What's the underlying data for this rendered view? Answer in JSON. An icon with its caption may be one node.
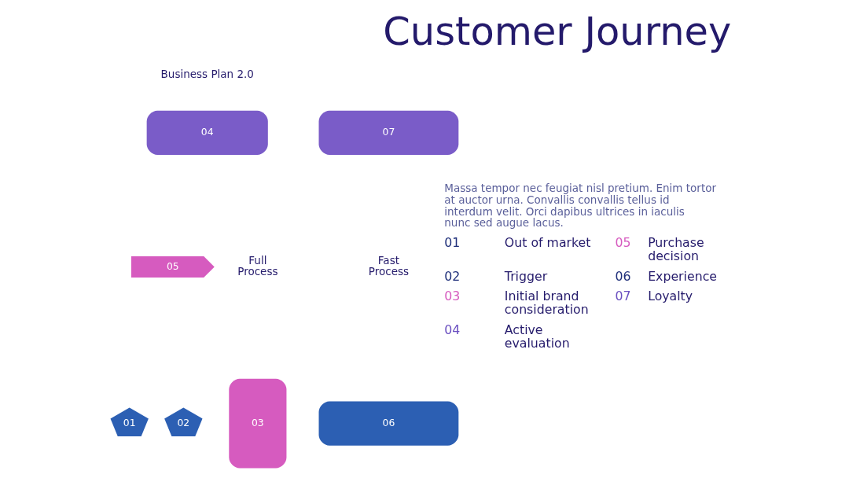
{
  "diagram": {
    "title": "Customer Journey",
    "nodes": [
      {
        "text": [
          "01"
        ]
      },
      {
        "text": [
          "02"
        ]
      },
      {
        "text": [
          "03"
        ]
      },
      {
        "text": [
          "04"
        ]
      },
      {
        "text": [
          "05"
        ]
      },
      {
        "text": [
          "06"
        ]
      },
      {
        "text": [
          "07"
        ]
      }
    ],
    "edges": [],
    "labels": [
      "Business Plan 2.0",
      "Full Process",
      "Fast Process",
      "Massa tempor nec feugiat nisl pretium. Enim tortor at auctor urna. Convallis convallis tellus id interdum velit. Orci dapibus ultrices in iaculis nunc sed augue lacus.",
      "01",
      "Out of market",
      "02",
      "Trigger",
      "03",
      "Initial brand consideration",
      "04",
      "Active evaluation",
      "05",
      "Purchase decision",
      "06",
      "Experience",
      "07",
      "Loyalty"
    ]
  }
}
